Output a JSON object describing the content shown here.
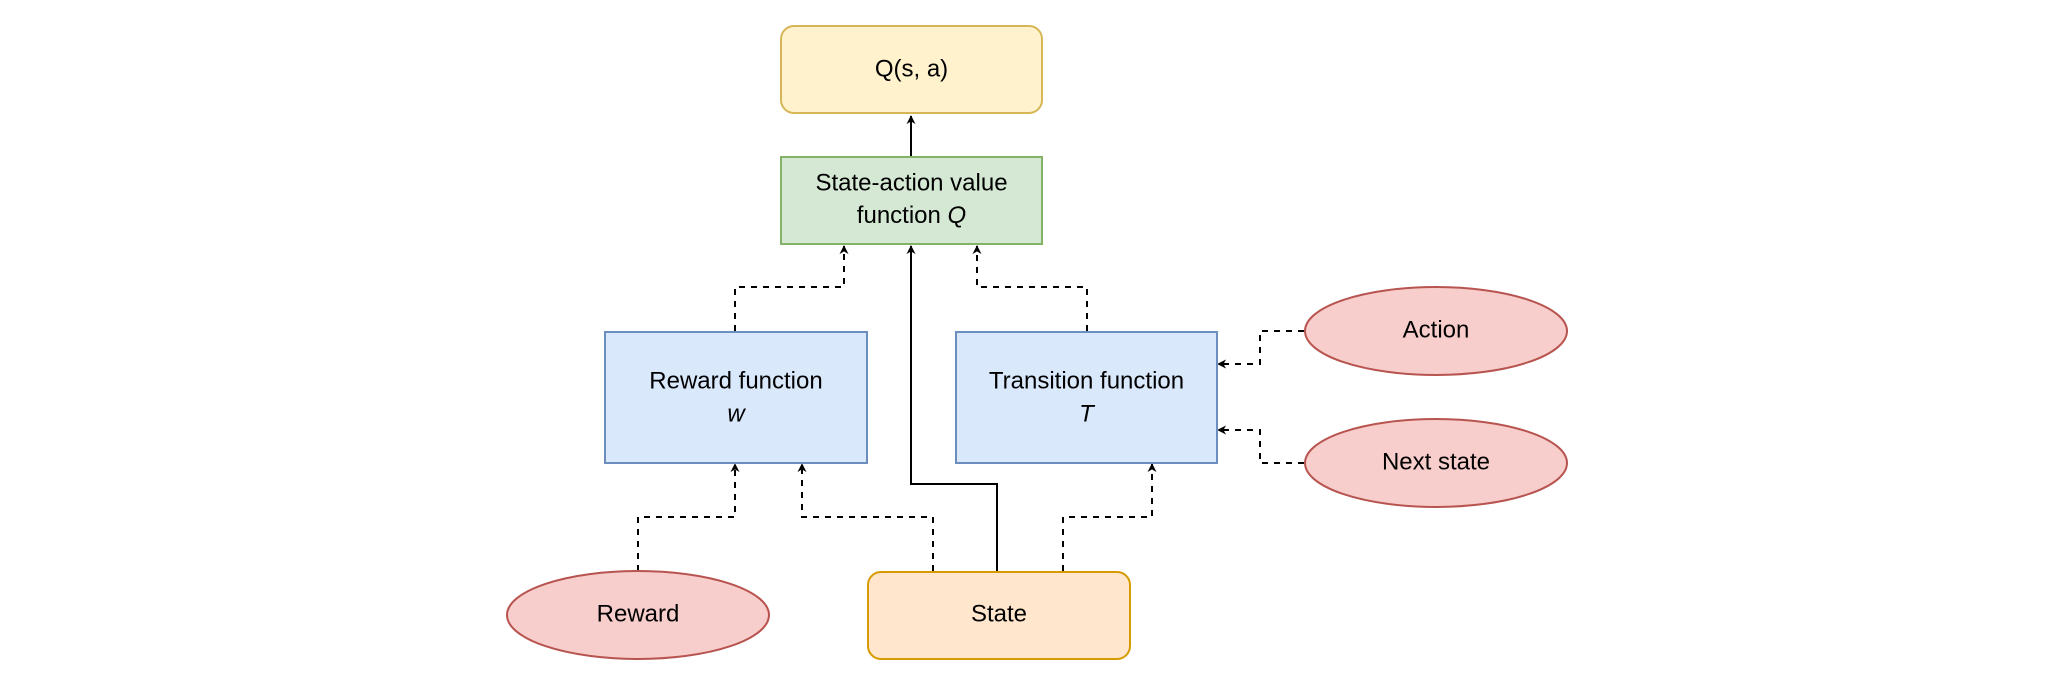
{
  "nodes": {
    "q_output": {
      "label": "Q(s, a)"
    },
    "q_function": {
      "line1": "State-action value",
      "line2_prefix": "function ",
      "line2_symbol": "Q"
    },
    "reward_function": {
      "line1": "Reward function",
      "line2_symbol": "w"
    },
    "transition_function": {
      "line1": "Transition function",
      "line2_symbol": "T"
    },
    "action": {
      "label": "Action"
    },
    "next_state": {
      "label": "Next state"
    },
    "reward": {
      "label": "Reward"
    },
    "state": {
      "label": "State"
    }
  },
  "colors": {
    "yellow_fill": "#fff2cc",
    "yellow_stroke": "#d6b656",
    "green_fill": "#d5e8d4",
    "green_stroke": "#82b366",
    "blue_fill": "#dae8fc",
    "blue_stroke": "#6c8ebf",
    "red_fill": "#f8cecc",
    "red_stroke": "#b85450",
    "orange_fill": "#ffe6cc",
    "orange_stroke": "#d79b00"
  }
}
